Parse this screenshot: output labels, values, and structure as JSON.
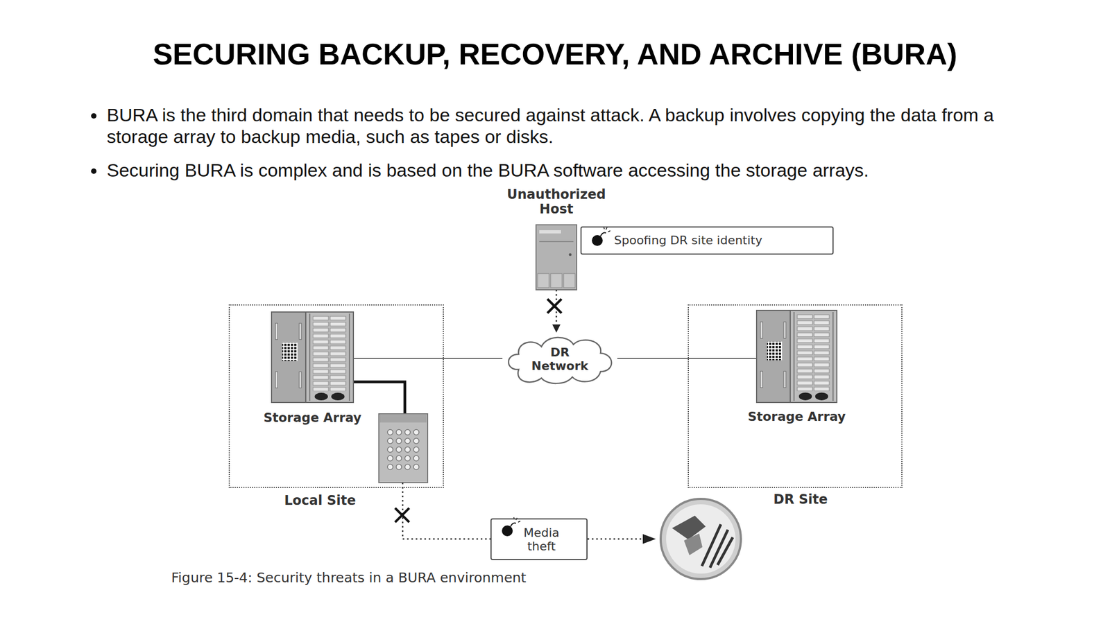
{
  "diagram": {
    "title": "SECURING BACKUP, RECOVERY, AND ARCHIVE (BURA)",
    "caption": "Figure 15-4: Security threats in a BURA environment",
    "nodes": [
      {
        "text": [
          "Unauthorized Host"
        ]
      },
      {
        "text": [
          "Spoofing DR site identity"
        ]
      },
      {
        "text": [
          "Local Site"
        ]
      },
      {
        "text": [
          "Storage Array"
        ],
        "in": 2
      },
      {
        "text": [
          "DR Network"
        ]
      },
      {
        "text": [
          "DR Site"
        ]
      },
      {
        "text": [
          "Storage Array"
        ],
        "in": 5
      },
      {
        "text": [
          "Media theft"
        ]
      }
    ],
    "edges": [
      {
        "from": 0,
        "to": 4,
        "arrow": "to"
      },
      {
        "from": 3,
        "to": 4,
        "arrow": "none"
      },
      {
        "from": 4,
        "to": 6,
        "arrow": "none"
      }
    ],
    "labels": [
      "BURA is the third domain that needs to be secured against attack. A backup involves copying the data from a storage array to backup media, such as tapes or disks.",
      "Securing BURA is complex and is based on the BURA software accessing the storage arrays."
    ]
  }
}
